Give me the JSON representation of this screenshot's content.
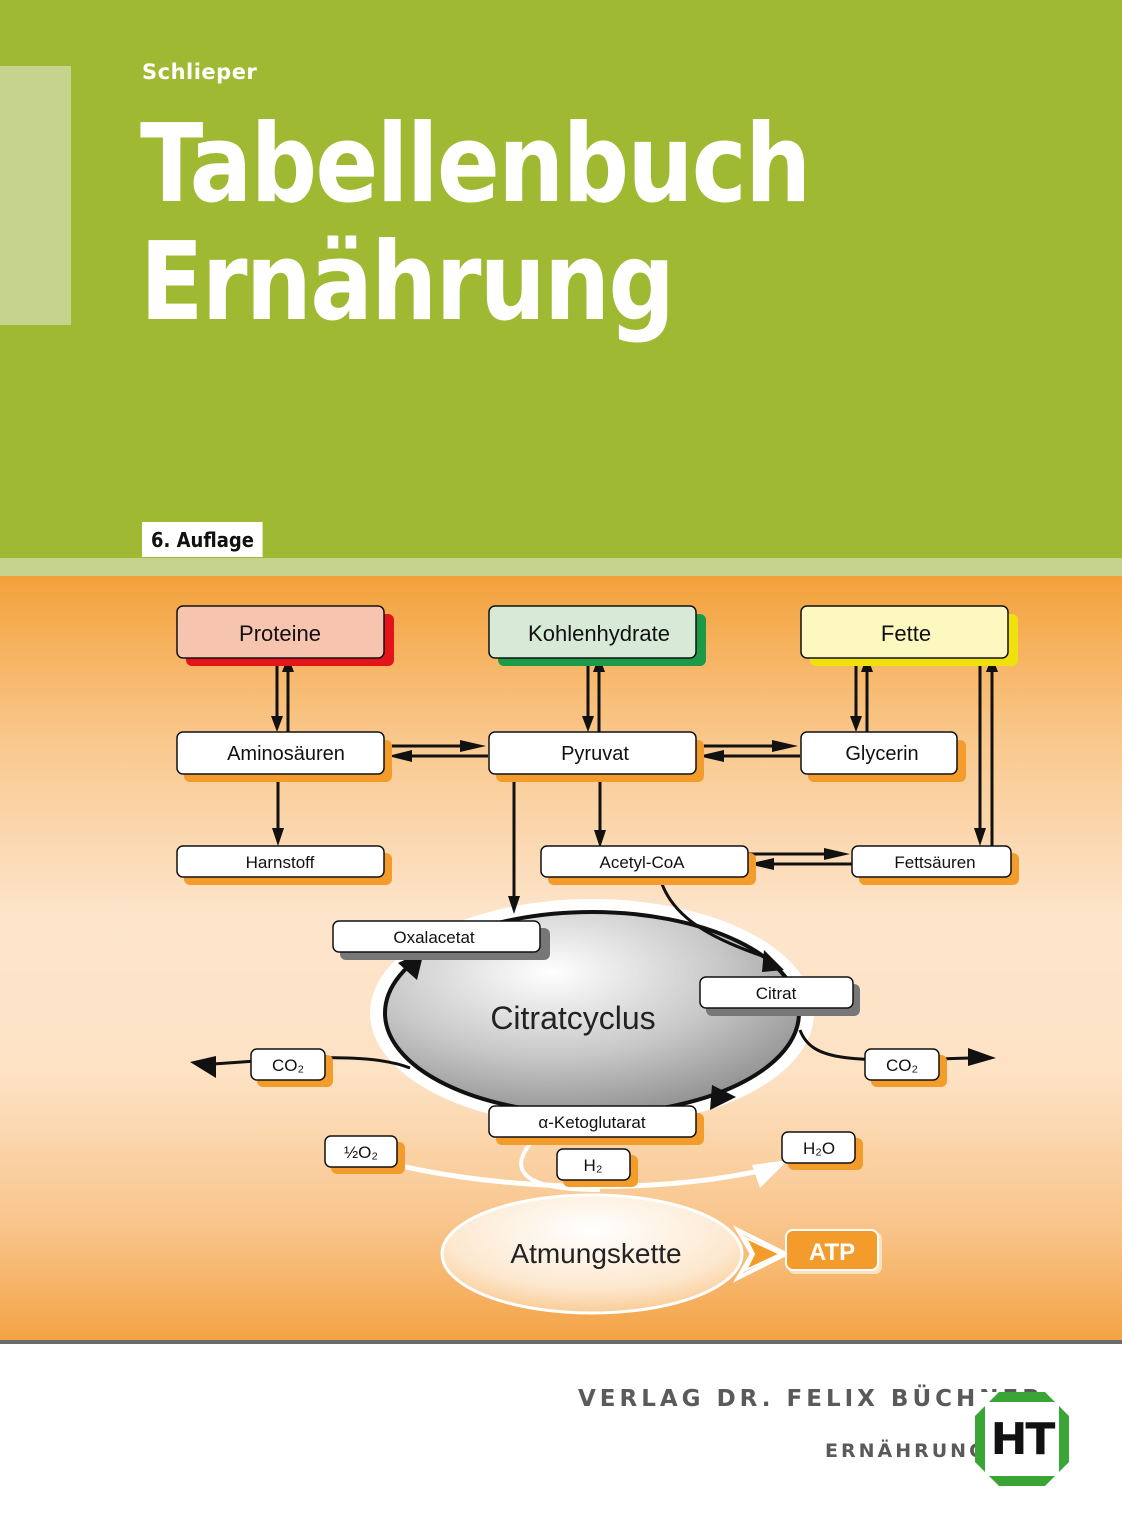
{
  "cover": {
    "author": "Schlieper",
    "title_line1": "Tabellenbuch",
    "title_line2": "Ernährung",
    "edition": "6. Auflage"
  },
  "diagram": {
    "proteine": "Proteine",
    "kohlenhydrate": "Kohlenhydrate",
    "fette": "Fette",
    "aminosaeuren": "Aminosäuren",
    "pyruvat": "Pyruvat",
    "glycerin": "Glycerin",
    "harnstoff": "Harnstoff",
    "acetyl_coa": "Acetyl-CoA",
    "fettsaeuren": "Fettsäuren",
    "oxalacetat": "Oxalacetat",
    "citrat": "Citrat",
    "citratcyclus": "Citratcyclus",
    "co2_left": "CO₂",
    "co2_right": "CO₂",
    "ketoglutarat": "α-Ketoglutarat",
    "half_o2": "½O₂",
    "h2": "H₂",
    "h2o": "H₂O",
    "atmungskette": "Atmungskette",
    "atp": "ATP"
  },
  "colors": {
    "green": "#9fba32",
    "light_green": "#c6d38c",
    "orange": "#f39c2b",
    "proteine_fill": "#f7c4b0",
    "proteine_shadow": "#e3151a",
    "kohlenhydrate_fill": "#d7ead8",
    "kohlenhydrate_shadow": "#1d9a48",
    "fette_fill": "#fdf8bf",
    "fette_shadow": "#f0e10c"
  },
  "footer": {
    "publisher": "VERLAG DR. FELIX BÜCHNER",
    "series": "ERNÄHRUNG",
    "logo": "HT"
  }
}
